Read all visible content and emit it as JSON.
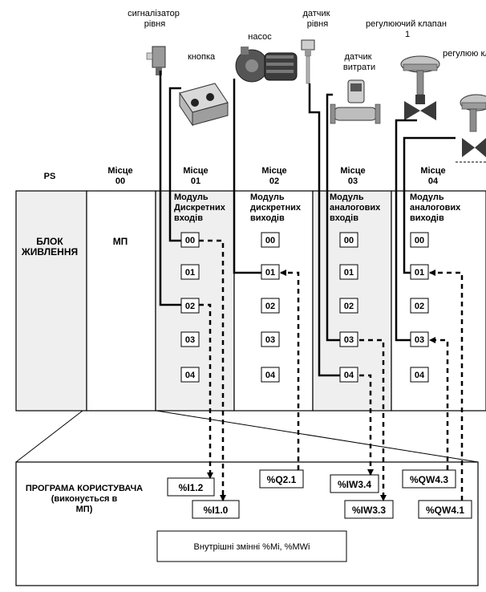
{
  "devices": {
    "level_alarm": "сигналізатор рівня",
    "button": "кнопка",
    "pump": "насос",
    "level_sensor": "датчик рівня",
    "flow_sensor": "датчик витрати",
    "valve1": "регулюючий клапан 1",
    "valve2": "регулюю клапан"
  },
  "slots": {
    "ps": "PS",
    "s00": "Місце 00",
    "s01": "Місце 01",
    "s02": "Місце 02",
    "s03": "Місце 03",
    "s04": "Місце 04"
  },
  "modules": {
    "power": "БЛОК ЖИВЛЕННЯ",
    "cpu": "МП",
    "m1": "Модуль Дискретних входів",
    "m2": "Модуль дискретних виходів",
    "m3": "Модуль аналогових входів",
    "m4": "Модуль аналогових виходів"
  },
  "channels": [
    "00",
    "01",
    "02",
    "03",
    "04"
  ],
  "program": {
    "title": "ПРОГРАМА КОРИСТУВАЧА (виконується в МП)",
    "internal": "Внутрішні змінні %Mi, %MWi"
  },
  "variables": {
    "i12": "%I1.2",
    "i10": "%I1.0",
    "q21": "%Q2.1",
    "iw34": "%IW3.4",
    "iw33": "%IW3.3",
    "qw43": "%QW4.3",
    "qw41": "%QW4.1"
  },
  "colors": {
    "module_fill": "#efefef",
    "line": "#000000",
    "device_grey": "#8a8a8a"
  }
}
